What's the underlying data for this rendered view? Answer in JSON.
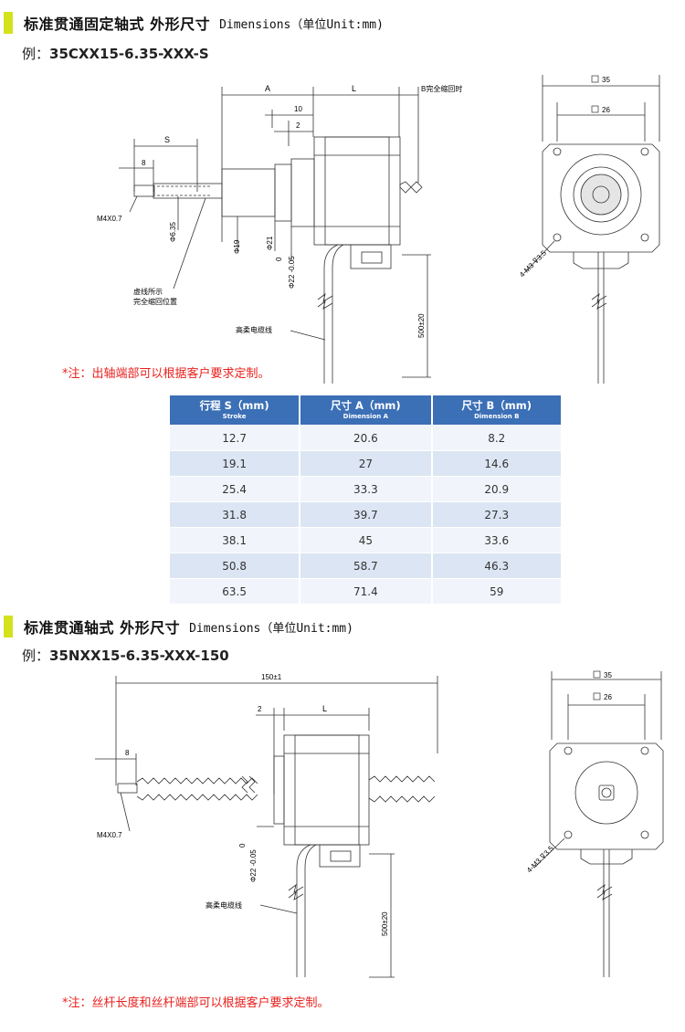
{
  "section1": {
    "title": "标准贯通固定轴式  外形尺寸",
    "dimensions_label": "Dimensions（单位Unit:mm)",
    "example_prefix": "例：",
    "example_model": "35CXX15-6.35-XXX-S",
    "labels": {
      "a": "A",
      "l": "L",
      "b": "B完全缩回时",
      "ten": "10",
      "two": "2",
      "s": "S",
      "eight": "8",
      "m4": "M4X0.7",
      "d635": "Φ6.35",
      "d19": "Φ19",
      "d21": "Φ21",
      "zero": "0",
      "d22": "Φ22 -0.05",
      "dashed_note_1": "虚线所示",
      "dashed_note_2": "完全缩回位置",
      "cable": "高柔电缆线",
      "len500": "500±20",
      "sq35": "35",
      "sq26": "26",
      "m3": "4-M3 ⊽3.5"
    },
    "note": "*注：出轴端部可以根据客户要求定制。"
  },
  "table": {
    "headers": [
      {
        "main": "行程 S（mm)",
        "sub": "Stroke"
      },
      {
        "main": "尺寸 A（mm)",
        "sub": "Dimension A"
      },
      {
        "main": "尺寸 B（mm)",
        "sub": "Dimension B"
      }
    ],
    "rows": [
      [
        "12.7",
        "20.6",
        "8.2"
      ],
      [
        "19.1",
        "27",
        "14.6"
      ],
      [
        "25.4",
        "33.3",
        "20.9"
      ],
      [
        "31.8",
        "39.7",
        "27.3"
      ],
      [
        "38.1",
        "45",
        "33.6"
      ],
      [
        "50.8",
        "58.7",
        "46.3"
      ],
      [
        "63.5",
        "71.4",
        "59"
      ]
    ]
  },
  "section2": {
    "title": "标准贯通轴式  外形尺寸",
    "dimensions_label": "Dimensions（单位Unit:mm)",
    "example_prefix": "例：",
    "example_model": "35NXX15-6.35-XXX-150",
    "labels": {
      "total": "150±1",
      "two": "2",
      "l": "L",
      "eight": "8",
      "m4": "M4X0.7",
      "zero": "0",
      "d22": "Φ22 -0.05",
      "cable": "高柔电缆线",
      "len500": "500±20",
      "sq35": "35",
      "sq26": "26",
      "m3": "4-M3 ⊽3.5"
    },
    "note": "*注：丝杆长度和丝杆端部可以根据客户要求定制。"
  },
  "colors": {
    "accent_bar": "#d4e21b",
    "note_red": "#e8211e",
    "table_header": "#3b6fb6",
    "row_light": "#f1f5fb",
    "row_dark": "#dbe5f3"
  }
}
